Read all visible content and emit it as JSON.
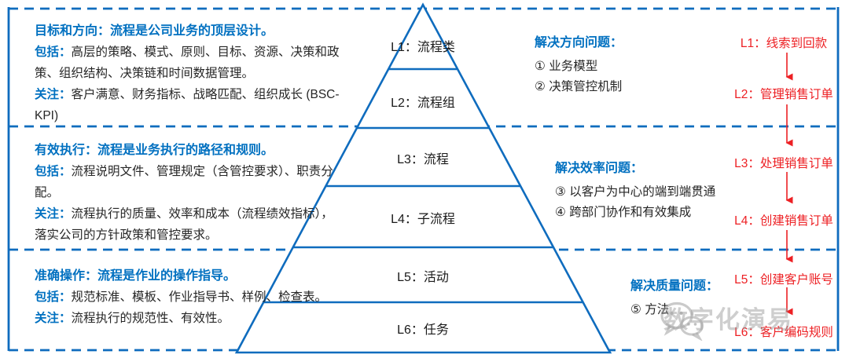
{
  "colors": {
    "accent_blue": "#0070C0",
    "line_blue": "#0F6CBE",
    "flow_red": "#ED2024",
    "text_black": "#262626",
    "watermark_gray": "#9B9B9B"
  },
  "left_sections": [
    {
      "title": "目标和方向：流程是公司业务的顶层设计。",
      "include_label": "包括：",
      "include_text": "高层的策略、模式、原则、目标、资源、决策和政策、组织结构、决策链和时间数据管理。",
      "focus_label": "关注：",
      "focus_text": "客户满意、财务指标、战略匹配、组织成长 (BSC-KPI)"
    },
    {
      "title": "有效执行：流程是业务执行的路径和规则。",
      "include_label": "包括：",
      "include_text": "流程说明文件、管理规定（含管控要求）、职责分配。",
      "focus_label": "关注：",
      "focus_text": "流程执行的质量、效率和成本（流程绩效指标），落实公司的方针政策和管控要求。"
    },
    {
      "title": "准确操作：流程是作业的操作指导。",
      "include_label": "包括：",
      "include_text": "规范标准、模板、作业指导书、样例、检查表。",
      "focus_label": "关注：",
      "focus_text": "流程执行的规范性、有效性。"
    }
  ],
  "pyramid_levels": [
    "L1：流程类",
    "L2：流程组",
    "L3：流程",
    "L4：子流程",
    "L5：活动",
    "L6：任务"
  ],
  "problem_blocks": [
    {
      "title": "解决方向问题：",
      "items": [
        "① 业务模型",
        "② 决策管控机制"
      ]
    },
    {
      "title": "解决效率问题：",
      "items": [
        "③ 以客户为中心的端到端贯通",
        "④ 跨部门协作和有效集成"
      ]
    },
    {
      "title": "解决质量问题：",
      "items": [
        "⑤ 方法"
      ]
    }
  ],
  "flow_labels": [
    "L1：线索到回款",
    "L2：管理销售订单",
    "L3：处理销售订单",
    "L4：创建销售订单",
    "L5：创建客户账号",
    "L6：客户编码规则"
  ],
  "watermark_text": "数字化演易"
}
